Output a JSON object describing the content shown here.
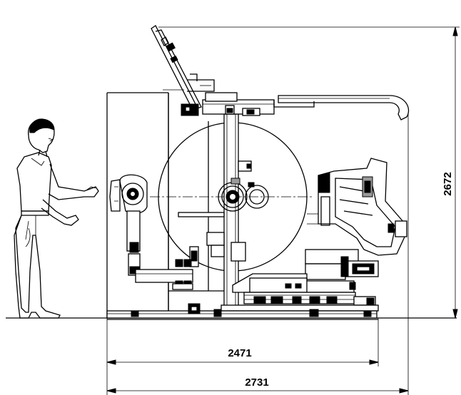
{
  "dimensions": {
    "height_label": "2672",
    "inner_width_label": "2471",
    "outer_width_label": "2731"
  }
}
